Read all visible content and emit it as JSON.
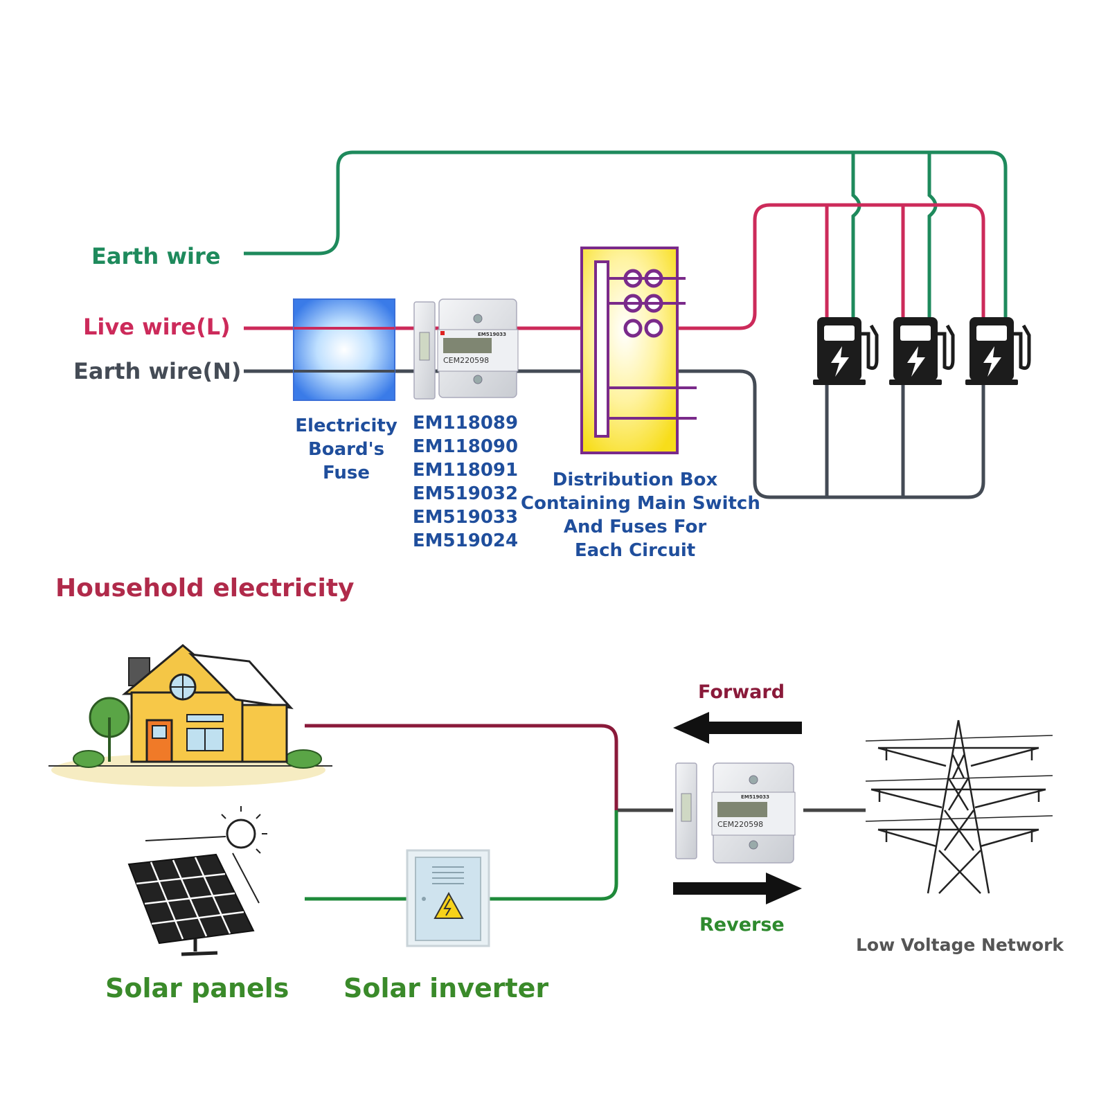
{
  "wires": {
    "earth_label": "Earth wire",
    "live_label": "Live wire(L)",
    "neutral_label": "Earth wire(N)",
    "earth_color": "#1e8a5c",
    "live_color": "#cc2a5a",
    "neutral_color": "#444b55"
  },
  "fuse": {
    "lines": [
      "Electricity",
      "Board's",
      "Fuse"
    ],
    "color": "#1f4e9c"
  },
  "meter": {
    "model_text": "EM519033",
    "lcd_text": "CEM220598",
    "models": [
      "EM118089",
      "EM118090",
      "EM118091",
      "EM519032",
      "EM519033",
      "EM519024"
    ],
    "text_color": "#1f4e9c"
  },
  "distribution_box": {
    "lines": [
      "Distribution Box",
      "Containing Main Switch",
      "And Fuses For",
      "Each Circuit"
    ],
    "fill": "#f7e01e",
    "border": "#7a2a8a"
  },
  "chargers": [
    {
      "icon": "ev-charger-icon"
    },
    {
      "icon": "ev-charger-icon"
    },
    {
      "icon": "ev-charger-icon"
    }
  ],
  "household": {
    "title": "Household electricity",
    "title_color": "#b02a4a"
  },
  "flow": {
    "forward_label": "Forward",
    "reverse_label": "Reverse",
    "forward_color": "#8a1a3a",
    "reverse_color": "#2e8a2e",
    "house_wire_color": "#8a1a3a",
    "solar_wire_color": "#1e8a3a"
  },
  "solar": {
    "panels_label": "Solar panels",
    "inverter_label": "Solar inverter",
    "label_color": "#3a8a2a"
  },
  "grid": {
    "label": "Low Voltage Network",
    "label_color": "#555555"
  }
}
